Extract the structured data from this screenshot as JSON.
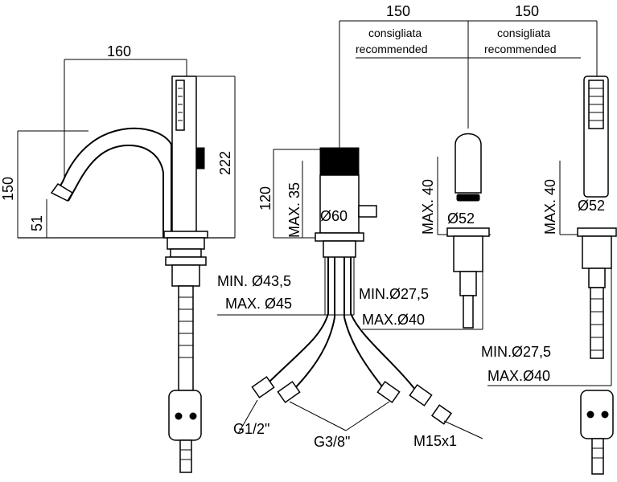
{
  "left_view": {
    "dim_width": "160",
    "dim_height_total": "222",
    "dim_height_spout": "150",
    "dim_height_base": "51"
  },
  "center_view": {
    "dim_spacing": "150",
    "note_it": "consigliata",
    "note_en": "recommended",
    "dim_height": "120",
    "dim_max_35": "MAX. 35",
    "dim_diameter": "Ø60",
    "min_hole": "MIN. Ø43,5",
    "max_hole": "MAX. Ø45",
    "conn_g12": "G1/2\"",
    "conn_g38": "G3/8\"",
    "conn_m15": "M15x1"
  },
  "right_view": {
    "dim_spacing": "150",
    "note_it": "consigliata",
    "note_en": "recommended",
    "knob_max": "MAX. 40",
    "knob_diameter": "Ø52",
    "knob_min_hole": "MIN.Ø27,5",
    "knob_max_hole": "MAX.Ø40",
    "shower_max": "MAX. 40",
    "shower_diameter": "Ø52",
    "shower_min_hole": "MIN.Ø27,5",
    "shower_max_hole": "MAX.Ø40"
  }
}
